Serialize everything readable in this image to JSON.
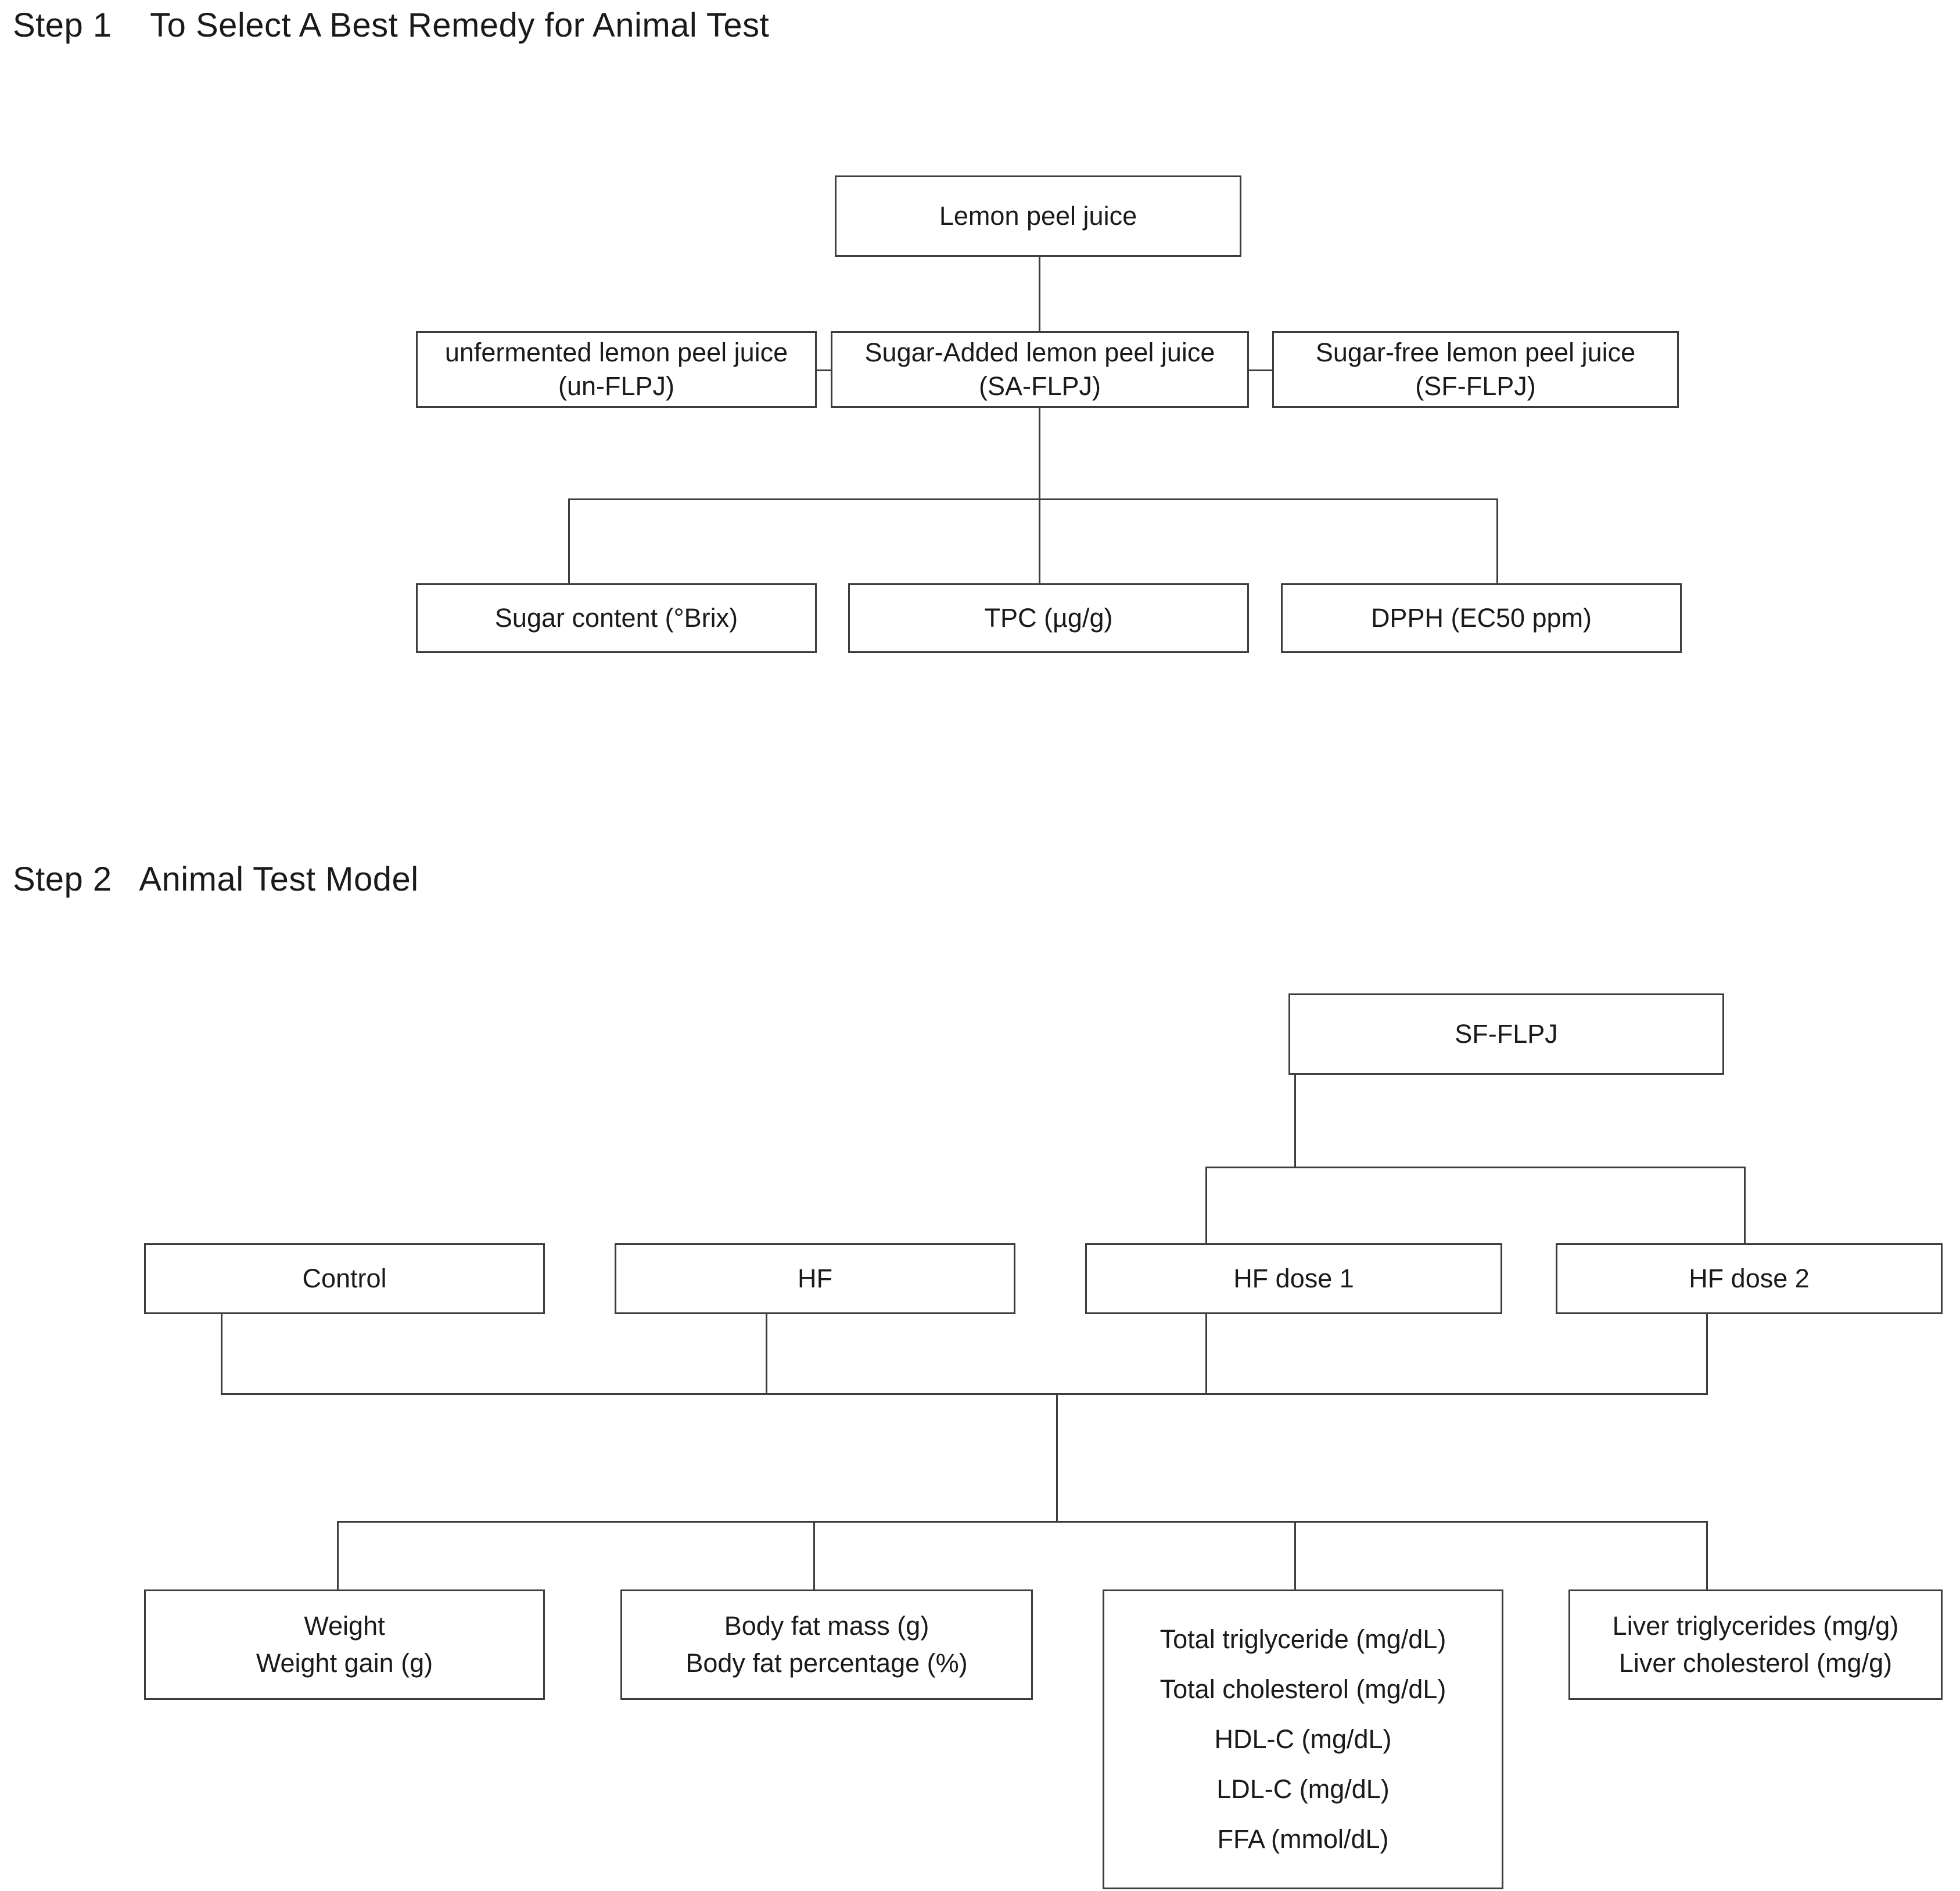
{
  "steps": [
    {
      "id": "step-1",
      "title": "Step 1    To Select A Best Remedy for Animal Test",
      "nodes": {
        "root": {
          "label": "Lemon peel juice"
        },
        "unfermented": {
          "line1": "unfermented lemon peel juice",
          "line2": "(un-FLPJ)"
        },
        "sugar_added": {
          "line1": "Sugar-Added lemon peel juice",
          "line2": "(SA-FLPJ)"
        },
        "sugar_free": {
          "line1": "Sugar-free lemon peel juice",
          "line2": "(SF-FLPJ)"
        },
        "sugar_content": {
          "label": "Sugar content (°Brix)"
        },
        "tpc": {
          "label": "TPC (µg/g)"
        },
        "dpph": {
          "label": "DPPH (EC50 ppm)"
        }
      }
    },
    {
      "id": "step-2",
      "title": "Step 2   Animal Test Model",
      "nodes": {
        "root": {
          "label": "SF-FLPJ"
        },
        "control": {
          "label": "Control"
        },
        "hf": {
          "label": "HF"
        },
        "hf_dose_1": {
          "label": "HF dose 1"
        },
        "hf_dose_2": {
          "label": "HF dose 2"
        },
        "weight": {
          "line1": "Weight",
          "line2": "Weight gain (g)"
        },
        "body_fat": {
          "line1": "Body fat mass (g)",
          "line2": "Body fat percentage (%)"
        },
        "blood_lipids": {
          "line1": "Total triglyceride (mg/dL)",
          "line2": "Total cholesterol (mg/dL)",
          "line3": "HDL-C (mg/dL)",
          "line4": "LDL-C (mg/dL)",
          "line5": "FFA (mmol/dL)"
        },
        "liver": {
          "line1": "Liver triglycerides (mg/g)",
          "line2": "Liver cholesterol (mg/g)"
        }
      }
    }
  ],
  "colors": {
    "text": "#1a1a1a",
    "stroke": "#3d3d3d",
    "background": "#ffffff"
  }
}
